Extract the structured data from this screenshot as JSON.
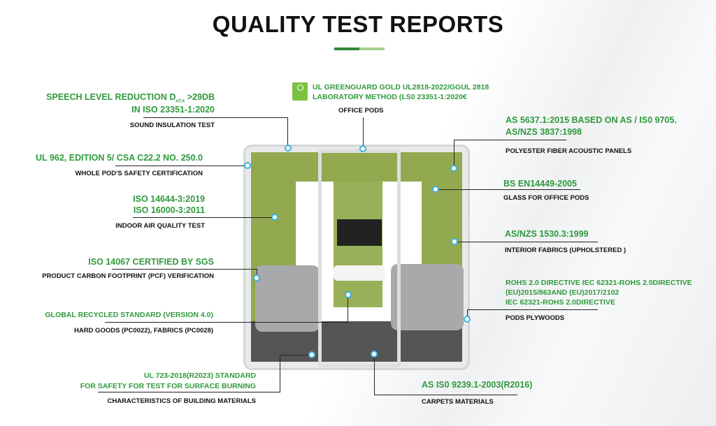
{
  "title": "QUALITY TEST REPORTS",
  "accent": "#2f9a3c",
  "annotations": {
    "sound": {
      "std1": "SPEECH LEVEL REDUCTION D",
      "sub": "nT,A",
      "std1b": ">29DB",
      "std2": "IN ISO 23351-1:2020",
      "label": "SOUND INSULATION TEST"
    },
    "safety": {
      "std": "UL 962, EDITION 5/ CSA C22.2 NO. 250.0",
      "label": "WHOLE POD'S SAFETY CERTIFICATION"
    },
    "air": {
      "std1": "ISO 14644-3:2019",
      "std2": "ISO 16000-3:2011",
      "label": "INDOOR AIR QUALITY TEST"
    },
    "carbon": {
      "std": "ISO 14067 CERTIFIED BY SGS",
      "label": "PRODUCT CARBON FOOTPRINT (PCF) VERIFICATION"
    },
    "recycled": {
      "std": "GLOBAL RECYCLED STANDARD (VERSION 4.0)",
      "label": "HARD GOODS (PC0022), FABRICS (PC0028)"
    },
    "burning": {
      "std1": "UL 723-2018(R2023) STANDARD",
      "std2": "FOR SAFETY FOR TEST FOR SURFACE BURNING",
      "label": "CHARACTERISTICS OF BUILDING MATERIALS"
    },
    "greenguard": {
      "std1": "UL GREENGUARD GOLD UL2818-2022/GGUL 2818",
      "std2": "LABORATORY METHOD (LS0 23351-1:2020€",
      "label": "OFFICE PODS"
    },
    "panels": {
      "std1": "AS 5637.1:2015 BASED ON AS / IS0 9705.",
      "std2": "AS/NZS 3837:1998",
      "label": "POLYESTER FIBER ACOUSTIC PANELS"
    },
    "glass": {
      "std": "BS  EN14449-2005",
      "label": "GLASS FOR OFFICE PODS"
    },
    "fabrics": {
      "std": "AS/NZS 1530.3:1999",
      "label": "INTERIOR  FABRICS (UPHOLSTERED )"
    },
    "plywood": {
      "std1": "ROHS 2.0 DIRECTIVE    IEC 62321-ROHS 2.0DIRECTIVE",
      "std2": "(EU)2015/863AND (EU)2017/2102",
      "std3": "IEC 62321-ROHS 2.0DIRECTIVE",
      "label": "PODS PLYWOODS"
    },
    "carpet": {
      "std": "AS IS0 9239.1-2003(R2016)",
      "label": "CARPETS MATERIALS"
    }
  }
}
